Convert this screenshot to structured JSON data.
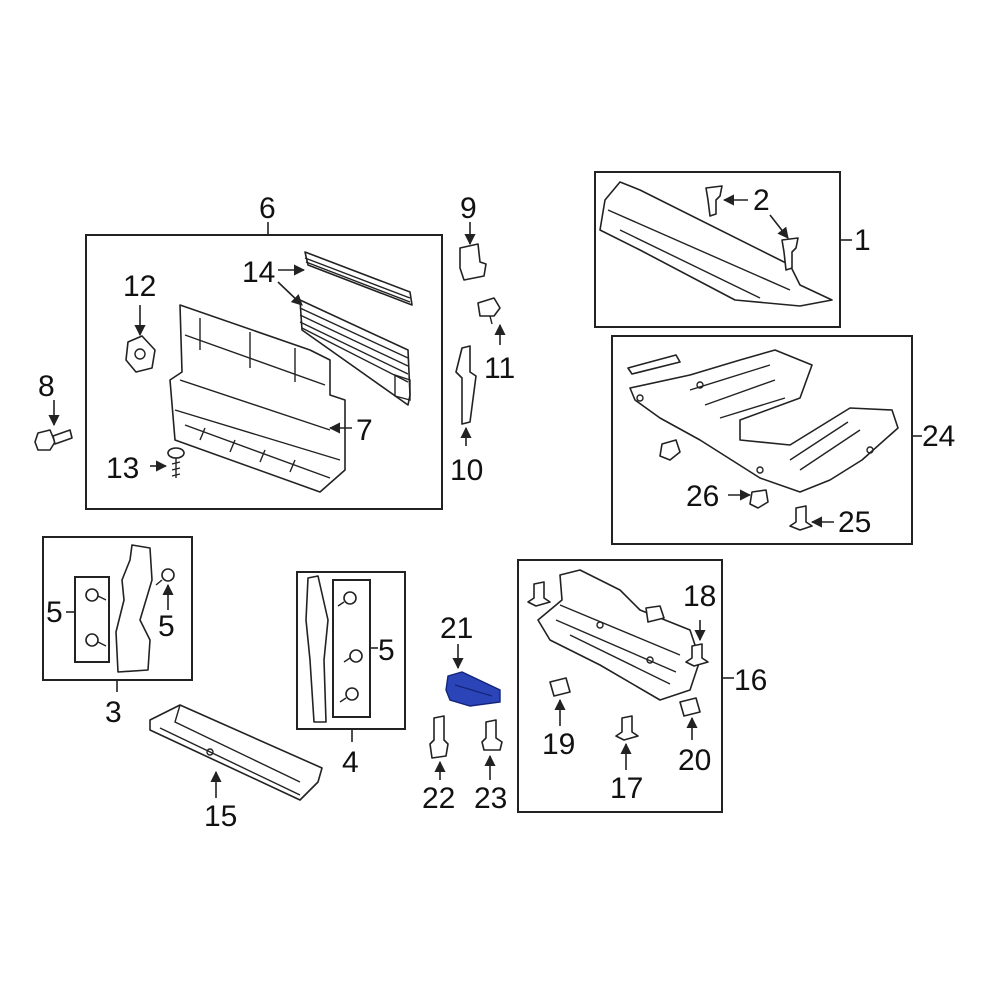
{
  "callouts": {
    "c1": "1",
    "c2": "2",
    "c3": "3",
    "c4": "4",
    "c5a": "5",
    "c5b": "5",
    "c5c": "5",
    "c6": "6",
    "c7": "7",
    "c8": "8",
    "c9": "9",
    "c10": "10",
    "c11": "11",
    "c12": "12",
    "c13": "13",
    "c14": "14",
    "c15": "15",
    "c16": "16",
    "c17": "17",
    "c18": "18",
    "c19": "19",
    "c20": "20",
    "c21": "21",
    "c22": "22",
    "c23": "23",
    "c24": "24",
    "c25": "25",
    "c26": "26"
  },
  "colors": {
    "highlight": "#2b45b8",
    "ink": "#222222"
  },
  "highlighted_part": "21"
}
